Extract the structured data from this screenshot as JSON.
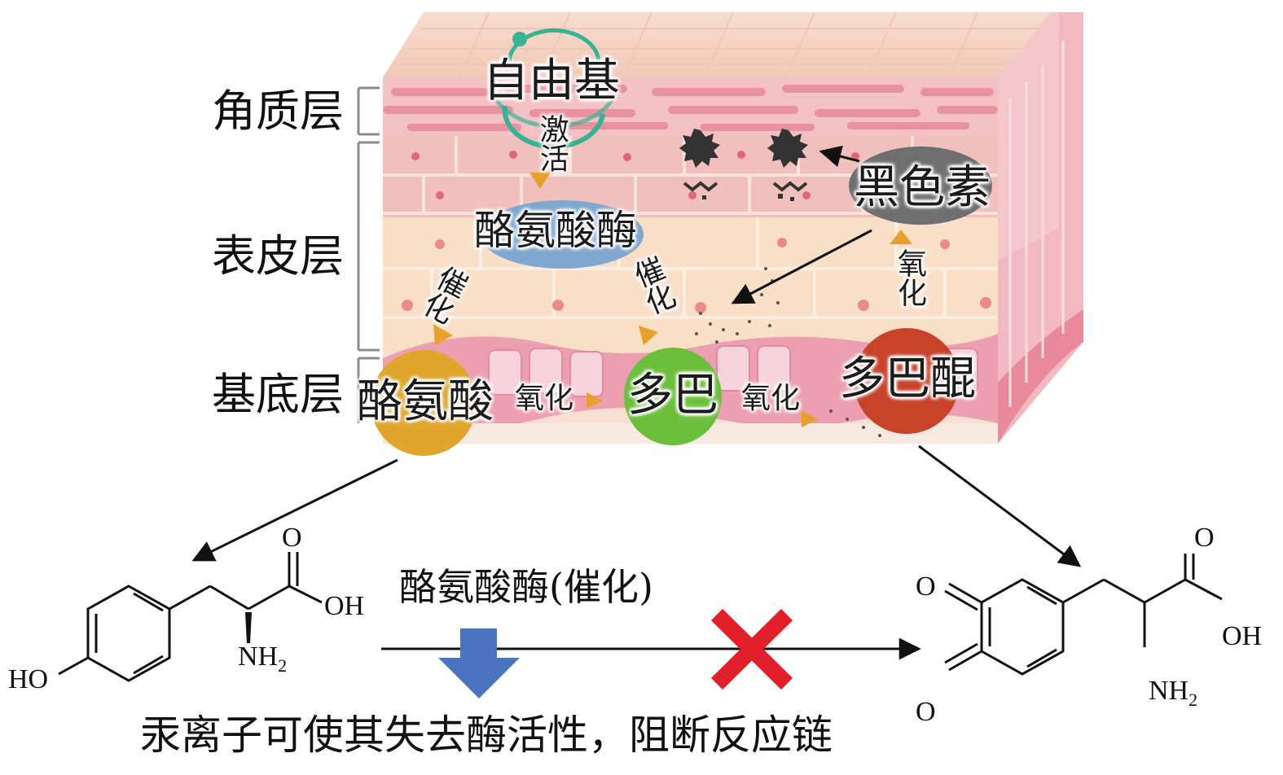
{
  "layers": {
    "stratum_corneum": "角质层",
    "epidermis": "表皮层",
    "basal": "基底层"
  },
  "labels": {
    "free_radical": "自由基",
    "activate": "激活",
    "tyrosinase": "酪氨酸酶",
    "catalyze": "催化",
    "melanin": "黑色素",
    "oxidize": "氧化",
    "tyrosine": "酪氨酸",
    "dopa": "多巴",
    "dopaquinone": "多巴醌"
  },
  "reaction": {
    "enzyme_label": "酪氨酸酶(催化)",
    "caption": "汞离子可使其失去酶活性，阻断反应链"
  },
  "chem_left": {
    "o": "O",
    "oh": "OH",
    "ho": "HO",
    "nh2": "NH",
    "sub": "2"
  },
  "chem_right": {
    "o_top": "O",
    "o_ring_top": "O",
    "o_ring_bottom": "O",
    "oh": "OH",
    "nh2": "NH",
    "sub": "2"
  },
  "colors": {
    "tyrosine_circle": "#e0a52a",
    "dopa_circle": "#6cbf3a",
    "dopaquinone_circle": "#c8422a",
    "enzyme_ellipse": "#7fa7cf",
    "melanin_ellipse": "#6e6e6e",
    "block_arrow": "#4a73c0",
    "cross": "#e2202a",
    "arrow_orange": "#e7a12a"
  }
}
